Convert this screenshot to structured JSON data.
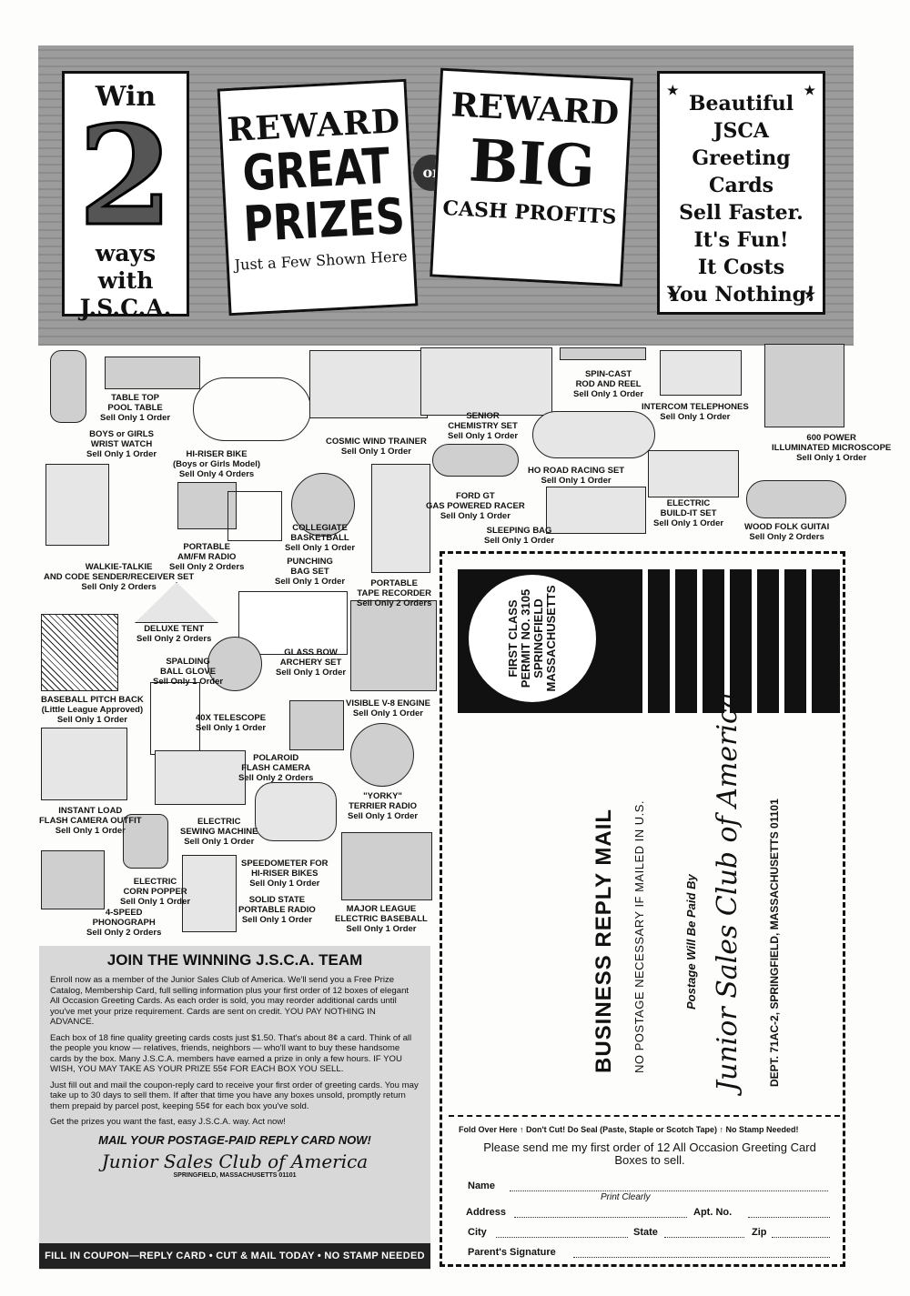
{
  "banner": {
    "win_top": "Win",
    "win_number": "2",
    "win_bottom_1": "ways with",
    "win_bottom_2": "J.S.C.A.",
    "prizes_reward": "REWARD",
    "prizes_great": "GREAT",
    "prizes_prizes": "PRIZES",
    "prizes_sub": "Just a Few Shown Here",
    "or": "or",
    "cash_reward": "REWARD",
    "cash_big": "BIG",
    "cash_profits": "CASH PROFITS",
    "greeting_lines": [
      "Beautiful",
      "JSCA",
      "Greeting Cards",
      "Sell Faster.",
      "It's Fun!",
      "It Costs",
      "You Nothing!"
    ]
  },
  "prizes": [
    {
      "name": "TABLE TOP",
      "name2": "POOL TABLE",
      "sell": "Sell Only 1 Order"
    },
    {
      "name": "BOYS or GIRLS",
      "name2": "WRIST WATCH",
      "sell": "Sell Only 1 Order"
    },
    {
      "name": "HI-RISER BIKE",
      "name2": "(Boys or Girls Model)",
      "sell": "Sell Only 4 Orders"
    },
    {
      "name": "COSMIC WIND TRAINER",
      "name2": "",
      "sell": "Sell Only 1 Order"
    },
    {
      "name": "SENIOR",
      "name2": "CHEMISTRY SET",
      "sell": "Sell Only 1 Order"
    },
    {
      "name": "SPIN-CAST",
      "name2": "ROD AND REEL",
      "sell": "Sell Only 1 Order"
    },
    {
      "name": "INTERCOM TELEPHONES",
      "name2": "",
      "sell": "Sell Only 1 Order"
    },
    {
      "name": "600 POWER",
      "name2": "ILLUMINATED MICROSCOPE",
      "sell": "Sell Only 1 Order"
    },
    {
      "name": "HO ROAD RACING SET",
      "name2": "",
      "sell": "Sell Only 1 Order"
    },
    {
      "name": "FORD GT",
      "name2": "GAS POWERED RACER",
      "sell": "Sell Only 1 Order"
    },
    {
      "name": "ELECTRIC",
      "name2": "BUILD-IT SET",
      "sell": "Sell Only 1 Order"
    },
    {
      "name": "WOOD FOLK GUITAI",
      "name2": "",
      "sell": "Sell Only 2 Orders"
    },
    {
      "name": "SLEEPING BAG",
      "name2": "",
      "sell": "Sell Only 1 Order"
    },
    {
      "name": "COLLEGIATE",
      "name2": "BASKETBALL",
      "sell": "Sell Only 1 Order"
    },
    {
      "name": "PORTABLE",
      "name2": "AM/FM RADIO",
      "sell": "Sell Only 2 Orders"
    },
    {
      "name": "WALKIE-TALKIE",
      "name2": "AND CODE SENDER/RECEIVER SET",
      "sell": "Sell Only 2 Orders"
    },
    {
      "name": "PUNCHING",
      "name2": "BAG SET",
      "sell": "Sell Only 1 Order"
    },
    {
      "name": "PORTABLE",
      "name2": "TAPE RECORDER",
      "sell": "Sell Only 2 Orders"
    },
    {
      "name": "DELUXE TENT",
      "name2": "",
      "sell": "Sell Only 2 Orders"
    },
    {
      "name": "GLASS BOW",
      "name2": "ARCHERY SET",
      "sell": "Sell Only 1 Order"
    },
    {
      "name": "SPALDING",
      "name2": "BALL GLOVE",
      "sell": "Sell Only 1 Order"
    },
    {
      "name": "BASEBALL PITCH BACK",
      "name2": "(Little League Approved)",
      "sell": "Sell Only 1 Order"
    },
    {
      "name": "VISIBLE V-8 ENGINE",
      "name2": "",
      "sell": "Sell Only 1 Order"
    },
    {
      "name": "40X TELESCOPE",
      "name2": "",
      "sell": "Sell Only 1 Order"
    },
    {
      "name": "POLAROID",
      "name2": "FLASH CAMERA",
      "sell": "Sell Only 2 Orders"
    },
    {
      "name": "INSTANT LOAD",
      "name2": "FLASH CAMERA OUTFIT",
      "sell": "Sell Only 1 Order"
    },
    {
      "name": "\"YORKY\"",
      "name2": "TERRIER RADIO",
      "sell": "Sell Only 1 Order"
    },
    {
      "name": "ELECTRIC",
      "name2": "SEWING MACHINE",
      "sell": "Sell Only 1 Order"
    },
    {
      "name": "ELECTRIC",
      "name2": "CORN POPPER",
      "sell": "Sell Only 1 Order"
    },
    {
      "name": "SPEEDOMETER FOR",
      "name2": "HI-RISER BIKES",
      "sell": "Sell Only 1 Order"
    },
    {
      "name": "4-SPEED",
      "name2": "PHONOGRAPH",
      "sell": "Sell Only 2 Orders"
    },
    {
      "name": "SOLID STATE",
      "name2": "PORTABLE RADIO",
      "sell": "Sell Only 1 Order"
    },
    {
      "name": "MAJOR LEAGUE",
      "name2": "ELECTRIC BASEBALL",
      "sell": "Sell Only 1 Order"
    }
  ],
  "join": {
    "heading": "JOIN THE WINNING J.S.C.A. TEAM",
    "p1": "Enroll now as a member of the Junior Sales Club of America. We'll send you a Free Prize Catalog, Membership Card, full selling information plus your first order of 12 boxes of elegant All Occasion Greeting Cards. As each order is sold, you may reorder additional cards until you've met your prize requirement. Cards are sent on credit. YOU PAY NOTHING IN ADVANCE.",
    "p2": "Each box of 18 fine quality greeting cards costs just $1.50. That's about 8¢ a card. Think of all the people you know — relatives, friends, neighbors — who'll want to buy these handsome cards by the box. Many J.S.C.A. members have earned a prize in only a few hours. IF YOU WISH, YOU MAY TAKE AS YOUR PRIZE 55¢ FOR EACH BOX YOU SELL.",
    "p3": "Just fill out and mail the coupon-reply card to receive your first order of greeting cards. You may take up to 30 days to sell them. If after that time you have any boxes unsold, promptly return them prepaid by parcel post, keeping 55¢ for each box you've sold.",
    "p4": "Get the prizes you want the fast, easy J.S.C.A. way. Act now!",
    "mail_now": "MAIL YOUR POSTAGE-PAID REPLY CARD NOW!",
    "club": "Junior Sales Club of America",
    "city": "SPRINGFIELD, MASSACHUSETTS 01101",
    "fill_bar": "FILL IN COUPON—REPLY CARD • CUT & MAIL TODAY • NO STAMP NEEDED"
  },
  "card": {
    "permit": [
      "FIRST CLASS",
      "PERMIT NO. 3105",
      "SPRINGFIELD",
      "MASSACHUSETTS"
    ],
    "business_reply": "BUSINESS REPLY MAIL",
    "no_postage": "NO POSTAGE NECESSARY IF MAILED IN U.S.",
    "paid_by": "Postage Will Be Paid By",
    "club": "Junior Sales Club of America",
    "dept": "DEPT. 71AC-2, SPRINGFIELD, MASSACHUSETTS 01101",
    "fold": "Fold Over Here ↑  Don't Cut! Do Seal (Paste, Staple or Scotch Tape) ↑  No Stamp Needed!",
    "please": "Please send me my first order of 12 All Occasion Greeting Card Boxes to sell.",
    "name_label": "Name",
    "print_clearly": "Print Clearly",
    "address_label": "Address",
    "apt_label": "Apt. No.",
    "city_label": "City",
    "state_label": "State",
    "zip_label": "Zip",
    "parent_label": "Parent's Signature"
  }
}
